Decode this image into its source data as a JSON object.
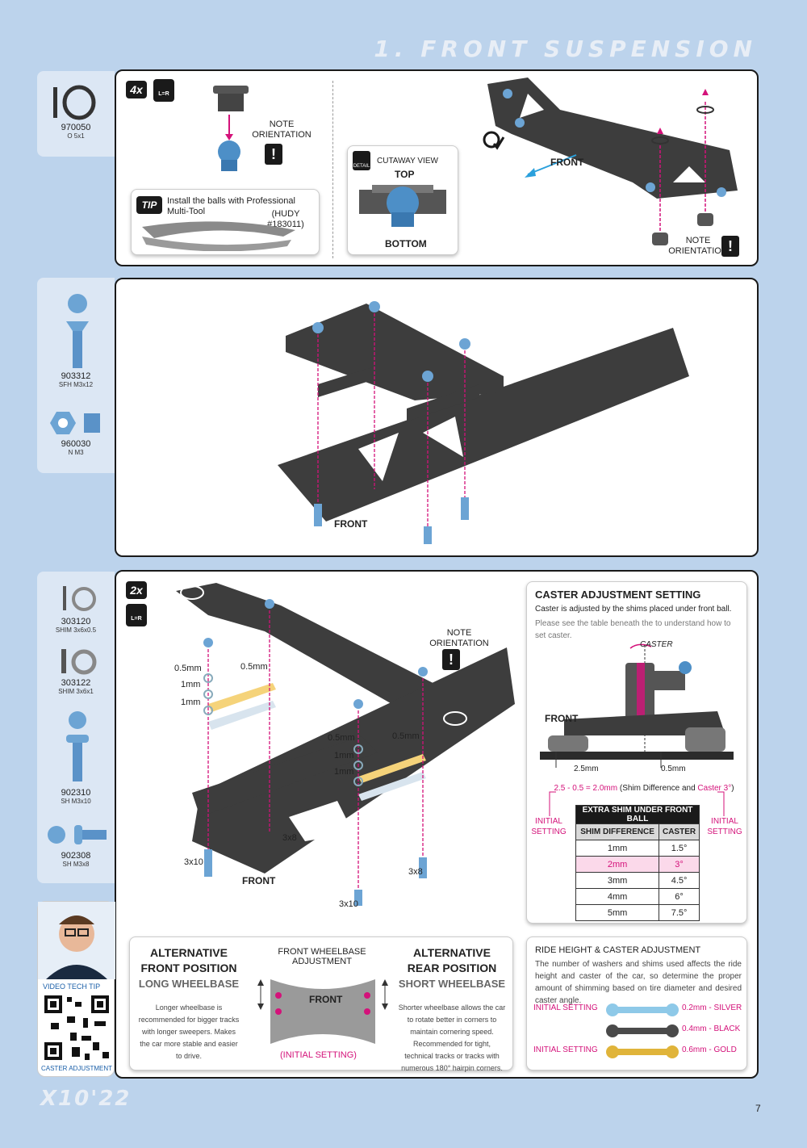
{
  "page": {
    "title": "1. FRONT SUSPENSION",
    "page_number": "7",
    "brand": "X10'22"
  },
  "step1": {
    "part": {
      "code": "970050",
      "desc": "O 5x1"
    },
    "qty": "4x",
    "lr": "L=R",
    "note": "NOTE ORIENTATION",
    "excl": "!",
    "tip_badge": "TIP",
    "tip_text": "Install the balls with Professional Multi-Tool",
    "tip_ref": "(HUDY #183011)",
    "cutaway": "CUTAWAY VIEW",
    "detail": "DETAIL",
    "top": "TOP",
    "bottom": "BOTTOM",
    "front": "FRONT",
    "note2": "NOTE ORIENTATION"
  },
  "step2": {
    "parts": [
      {
        "code": "903312",
        "desc": "SFH M3x12"
      },
      {
        "code": "960030",
        "desc": "N M3"
      }
    ],
    "front": "FRONT"
  },
  "step3": {
    "parts": [
      {
        "code": "303120",
        "desc": "SHIM 3x6x0.5"
      },
      {
        "code": "303122",
        "desc": "SHIM 3x6x1"
      },
      {
        "code": "902310",
        "desc": "SH M3x10"
      },
      {
        "code": "902308",
        "desc": "SH M3x8"
      }
    ],
    "qty": "2x",
    "lr": "L=R",
    "note": "NOTE ORIENTATION",
    "shims_left": [
      "0.5mm",
      "1mm",
      "1mm"
    ],
    "shim_left_top2": "0.5mm",
    "shims_mid": [
      "0.5mm",
      "1mm",
      "1mm"
    ],
    "shim_mid_top2": "0.5mm",
    "screw_labels": {
      "a": "3x8",
      "b": "3x10",
      "c": "3x8",
      "d": "3x10"
    },
    "front": "FRONT",
    "caster": {
      "title": "CASTER ADJUSTMENT SETTING",
      "line1": "Caster is adjusted by the shims placed under front ball.",
      "line2": "Please see the table beneath the to understand how to set caster.",
      "caster_label": "CASTER",
      "front": "FRONT",
      "dim_left": "2.5mm",
      "dim_right": "0.5mm",
      "formula": "2.5 - 0.5 = 2.0mm",
      "formula_note_a": "(Shim Difference and ",
      "formula_note_b": "Caster 3°",
      "formula_note_c": ")",
      "initial_left": "INITIAL SETTING",
      "initial_right": "INITIAL SETTING",
      "table_title": "EXTRA SHIM UNDER FRONT BALL",
      "col1": "SHIM DIFFERENCE",
      "col2": "CASTER",
      "rows": [
        {
          "shim": "1mm",
          "caster": "1.5°"
        },
        {
          "shim": "2mm",
          "caster": "3°"
        },
        {
          "shim": "3mm",
          "caster": "4.5°"
        },
        {
          "shim": "4mm",
          "caster": "6°"
        },
        {
          "shim": "5mm",
          "caster": "7.5°"
        }
      ]
    }
  },
  "bottom": {
    "video_tip": "VIDEO TECH TIP",
    "caster_adjustment": "CASTER ADJUSTMENT",
    "alt_front_title": "ALTERNATIVE FRONT POSITION",
    "alt_front_sub": "LONG WHEELBASE",
    "alt_front_text": "Longer wheelbase is recommended for bigger tracks with longer sweepers. Makes the car more stable and easier to drive.",
    "wheelbase_title": "FRONT WHEELBASE ADJUSTMENT",
    "wheelbase_front": "FRONT",
    "wheelbase_initial": "(INITIAL SETTING)",
    "alt_rear_title": "ALTERNATIVE REAR POSITION",
    "alt_rear_sub": "SHORT WHEELBASE",
    "alt_rear_text": "Shorter wheelbase allows the car to rotate better in corners to maintain cornering speed. Recommended for tight, technical tracks or tracks with numerous 180° hairpin corners.",
    "ride_title": "RIDE HEIGHT & CASTER ADJUSTMENT",
    "ride_text": "The number of washers and shims used affects the ride height and caster of the car, so determine the proper amount of shimming based on tire diameter and desired caster angle.",
    "initial1": "INITIAL SETTING",
    "initial2": "INITIAL SETTING",
    "shims": [
      {
        "label": "0.2mm - SILVER",
        "color": "#8ec9e8"
      },
      {
        "label": "0.4mm - BLACK",
        "color": "#4a4a4a"
      },
      {
        "label": "0.6mm - GOLD",
        "color": "#e0b43a"
      }
    ]
  }
}
